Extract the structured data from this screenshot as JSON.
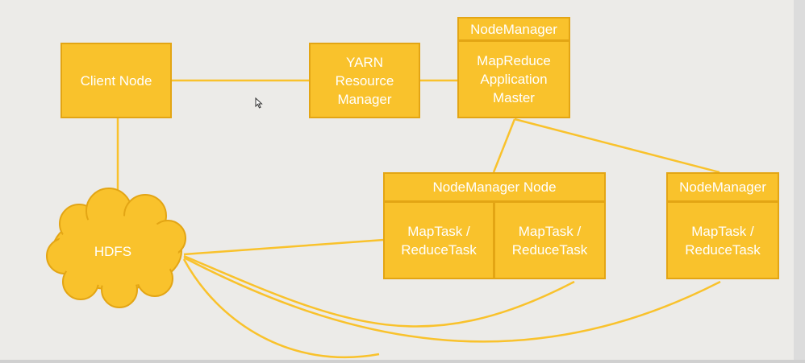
{
  "colors": {
    "background": "#ecebe8",
    "node_fill": "#f9c22c",
    "node_border": "#e3a514",
    "connector": "#f9c22c",
    "text": "#ffffff"
  },
  "nodes": {
    "client": "Client Node",
    "yarn": "YARN\nResource\nManager",
    "am_header": "NodeManager",
    "am_body": "MapReduce\nApplication\nMaster",
    "nm_node_header": "NodeManager Node",
    "task_left": "MapTask /\nReduceTask",
    "task_right": "MapTask /\nReduceTask",
    "nm_right_header": "NodeManager",
    "task_far": "MapTask /\nReduceTask",
    "hdfs": "HDFS"
  },
  "icons": {
    "cursor": "mouse-pointer-icon",
    "cloud": "cloud-shape"
  }
}
